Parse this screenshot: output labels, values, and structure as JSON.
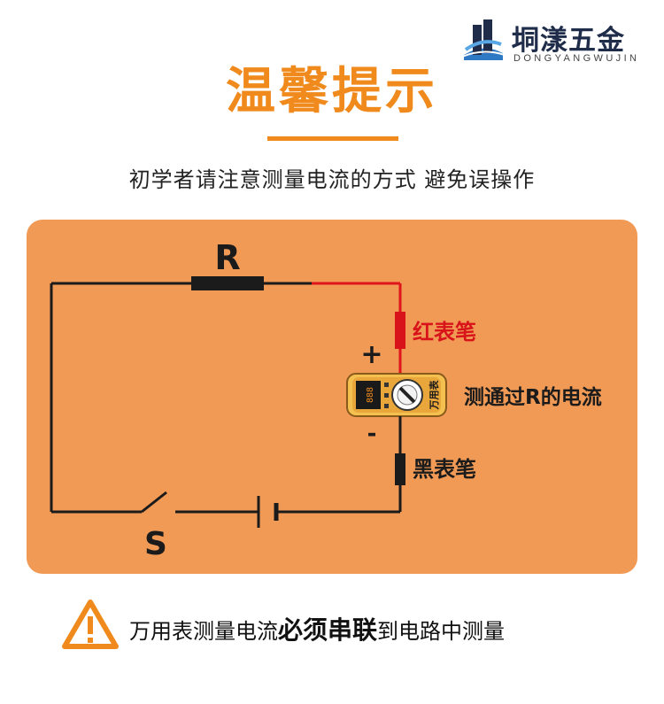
{
  "brand": {
    "name": "垌漾五金",
    "subtitle": "DONGYANGWUJIN",
    "color": "#1f2d4a"
  },
  "header": {
    "title": "温馨提示",
    "subtitle": "初学者请注意测量电流的方式 避免误操作",
    "accent_color": "#f08a1c"
  },
  "diagram": {
    "resistor_label": "R",
    "switch_label": "S",
    "red_probe_label": "红表笔",
    "black_probe_label": "黑表笔",
    "plus_sign": "+",
    "minus_sign": "-",
    "meter_name": "万用表",
    "meter_display": "888",
    "measure_label": "测通过R的电流",
    "panel_color": "#f09a56",
    "red_wire_color": "#e0151b"
  },
  "tip": {
    "text_before": "万用表测量电流",
    "text_bold": "必须串联",
    "text_after": "到电路中测量",
    "icon": "warning-icon"
  }
}
